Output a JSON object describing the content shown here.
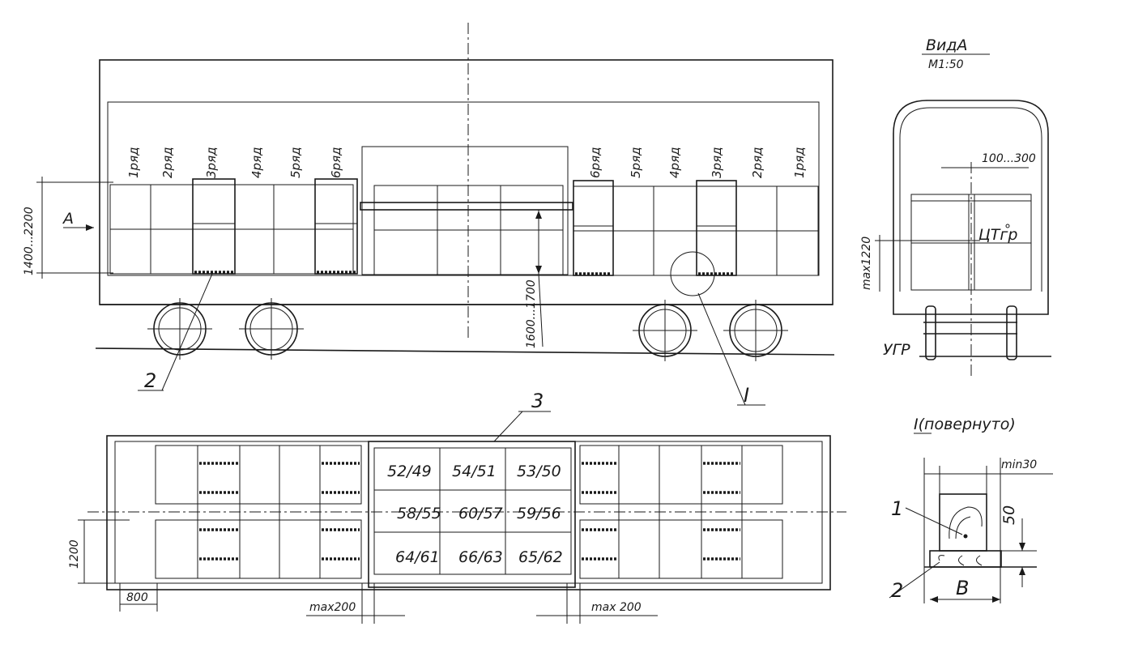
{
  "side_view": {
    "rows_left": [
      "1ряд",
      "2ряд",
      "3ряд",
      "4ряд",
      "5ряд",
      "6ряд"
    ],
    "rows_right": [
      "6ряд",
      "5ряд",
      "4ряд",
      "3ряд",
      "2ряд",
      "1ряд"
    ],
    "height_dim": "1400...2200",
    "view_marker": "A",
    "clearance_dim": "1600...1700",
    "callout_2": "2",
    "callout_detail": "I"
  },
  "end_view": {
    "title": "ВидА",
    "scale": "М1:50",
    "offset_dim": "100...300",
    "center_mark": "ЦТгр",
    "height_dim": "max1220",
    "rail_label": "УГР"
  },
  "plan_view": {
    "callout_3": "3",
    "cells": [
      "52/49",
      "54/51",
      "53/50",
      "58/55",
      "60/57",
      "59/56",
      "64/61",
      "66/63",
      "65/62"
    ],
    "width_dim": "1200",
    "end_dim": "800",
    "gap_left": "max200",
    "gap_right": "max 200"
  },
  "detail": {
    "title": "I(повернуто)",
    "min_dim": "min30",
    "height_dim": "50",
    "item_1": "1",
    "item_2": "2",
    "width_label": "B"
  }
}
